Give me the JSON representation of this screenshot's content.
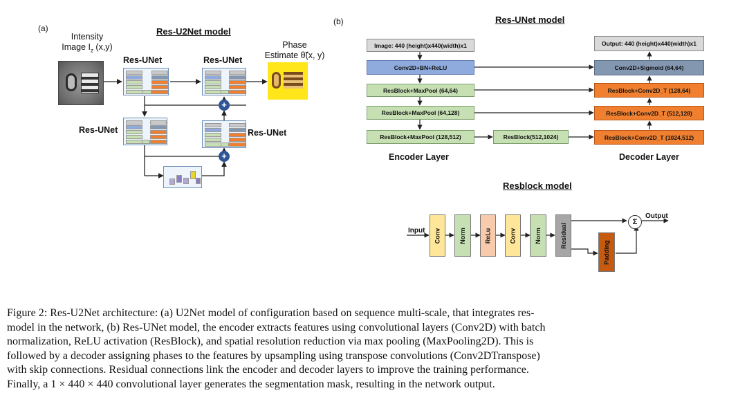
{
  "panel_a": {
    "label": "(a)",
    "title": "Res-U2Net model",
    "input_label_1": "Intensity",
    "input_label_2": "Image I",
    "input_label_sub": "z",
    "input_label_3": " (x,y)",
    "output_label_1": "Phase",
    "output_label_2": "Estimate θ̃(x, y)",
    "unit_labels": [
      "Res-UNet",
      "Res-UNet",
      "Res-UNet",
      "Res-UNet"
    ],
    "sum_symbol": "+"
  },
  "panel_b": {
    "label": "(b)",
    "title": "Res-UNet model",
    "encoder": [
      "Image: 440 (height)x440(width)x1",
      "Conv2D+BN+ReLU",
      "ResBlock+MaxPool (64,64)",
      "ResBlock+MaxPool (64,128)",
      "ResBlock+MaxPool (128,512)"
    ],
    "bottleneck": "ResBlock(512,1024)",
    "decoder": [
      "Output: 440 (height)x440(width)x1",
      "Conv2D+Sigmoid (64,64)",
      "ResBlock+Conv2D_T (128,64)",
      "ResBlock+Conv2D_T (512,128)",
      "ResBlock+Conv2D_T (1024,512)"
    ],
    "encoder_label": "Encoder Layer",
    "decoder_label": "Decoder Layer"
  },
  "resblock": {
    "title": "Resblock model",
    "input_label": "Input",
    "output_label": "Output",
    "blocks": [
      "Conv",
      "Norm",
      "ReLu",
      "Conv",
      "Norm",
      "Residual"
    ],
    "padding": "Padding",
    "sum_symbol": "Σ",
    "colors": {
      "conv": "#ffe699",
      "norm": "#c6e0b4",
      "relu": "#f8cbad",
      "residual": "#a6a6a6",
      "padding": "#c55a11"
    }
  },
  "caption": [
    "Figure 2: Res-U2Net architecture: (a) U2Net model of configuration based on sequence multi-scale, that integrates res-",
    "model in the network, (b) Res-UNet model, the encoder extracts features using convolutional layers (Conv2D) with batch",
    "normalization, ReLU activation (ResBlock), and spatial resolution reduction via max pooling (MaxPooling2D). This is",
    "followed by a decoder assigning phases to the features by upsampling using transpose convolutions (Conv2DTranspose)",
    "with skip connections. Residual connections link the encoder and decoder layers to improve the training performance.",
    "Finally, a 1 × 440 × 440 convolutional layer generates the segmentation mask, resulting in the network output."
  ]
}
